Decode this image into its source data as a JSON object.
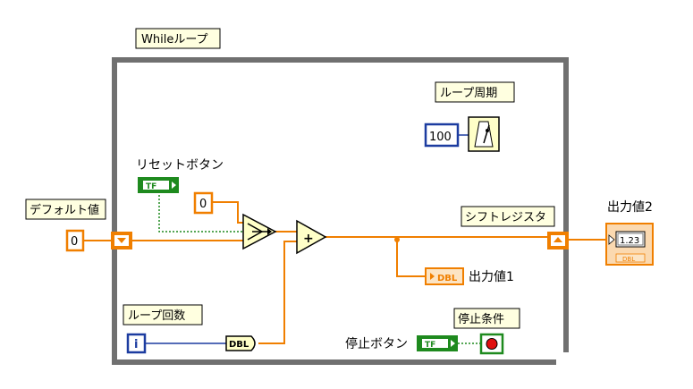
{
  "loop": {
    "title": "Whileループ"
  },
  "labels": {
    "loop_period": "ループ周期",
    "reset_button": "リセットボタン",
    "default_value": "デフォルト値",
    "shift_register": "シフトレジスタ",
    "output_value_2": "出力値2",
    "output_value_1": "出力値1",
    "loop_count": "ループ回数",
    "stop_condition": "停止条件",
    "stop_button": "停止ボタン"
  },
  "constants": {
    "loop_period_ms": "100",
    "default_value": "0",
    "reset_value": "0"
  },
  "terminals": {
    "bool_tag": "TF",
    "iteration_tag": "i",
    "dbl_tag": "DBL",
    "numeric_display": "1.23",
    "add_symbol": "+"
  },
  "colors": {
    "numeric_wire": "#f07f00",
    "boolean_wire": "#1e8a1e",
    "integer_wire": "#1c3ca0",
    "loop_border": "#707070",
    "label_bg": "#ffffe0",
    "node_fill": "#ffffc8"
  }
}
